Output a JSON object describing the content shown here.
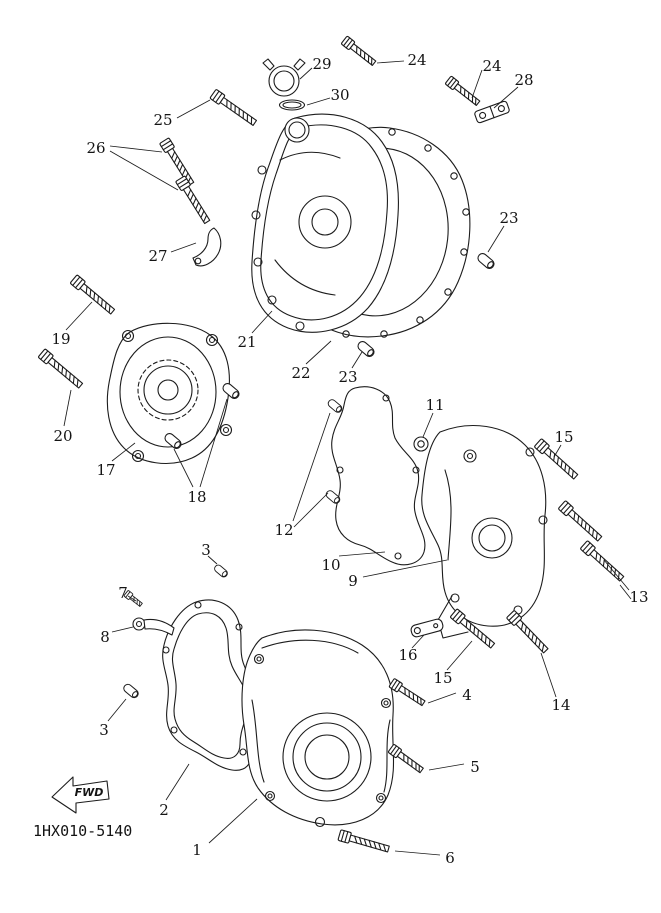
{
  "diagram": {
    "code": "1HX010-5140",
    "fwd_label": "FWD"
  },
  "callouts": [
    {
      "label": "29"
    },
    {
      "label": "24"
    },
    {
      "label": "24"
    },
    {
      "label": "28"
    },
    {
      "label": "30"
    },
    {
      "label": "25"
    },
    {
      "label": "26"
    },
    {
      "label": "23"
    },
    {
      "label": "27"
    },
    {
      "label": "19"
    },
    {
      "label": "21"
    },
    {
      "label": "22"
    },
    {
      "label": "23"
    },
    {
      "label": "20"
    },
    {
      "label": "11"
    },
    {
      "label": "17"
    },
    {
      "label": "18"
    },
    {
      "label": "15"
    },
    {
      "label": "12"
    },
    {
      "label": "10"
    },
    {
      "label": "9"
    },
    {
      "label": "3"
    },
    {
      "label": "13"
    },
    {
      "label": "7"
    },
    {
      "label": "8"
    },
    {
      "label": "16"
    },
    {
      "label": "15"
    },
    {
      "label": "4"
    },
    {
      "label": "14"
    },
    {
      "label": "3"
    },
    {
      "label": "5"
    },
    {
      "label": "2"
    },
    {
      "label": "1"
    },
    {
      "label": "6"
    }
  ]
}
